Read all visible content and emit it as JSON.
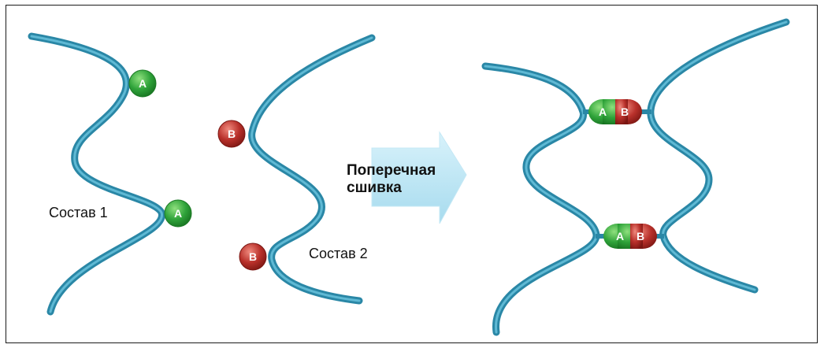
{
  "labels": {
    "composition_1": "Состав 1",
    "composition_2": "Состав 2",
    "arrow_line1": "Поперечная",
    "arrow_line2": "сшивка"
  },
  "beads": {
    "a": "A",
    "b": "B"
  },
  "colors": {
    "strand": "#2e93b3",
    "strand_highlight": "#9fd3e3",
    "bead_a": "#2fa33a",
    "bead_b": "#b8302a",
    "arrow_fill_top": "#cfeef9",
    "arrow_fill_bottom": "#a9dcf0",
    "frame": "#1a1a1a"
  }
}
